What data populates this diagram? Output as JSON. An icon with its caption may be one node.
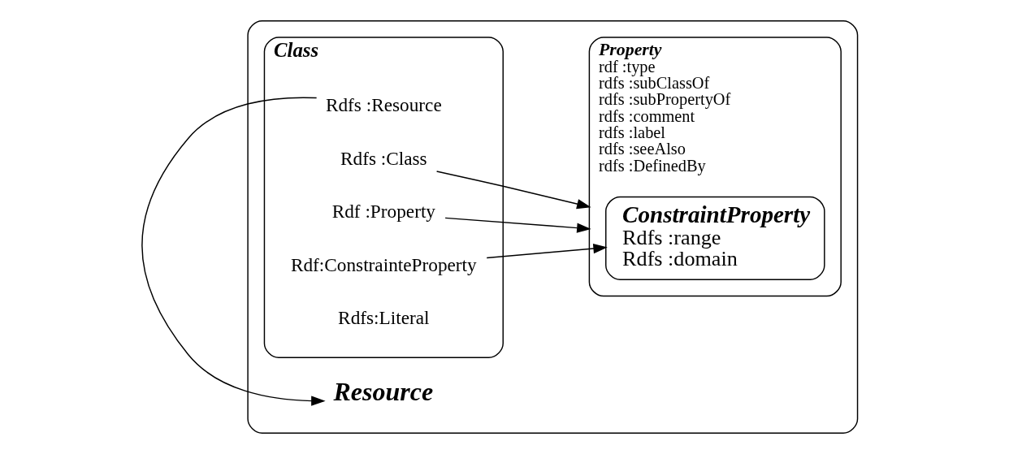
{
  "diagram": {
    "nodes": [
      {
        "text": [
          "Resource"
        ]
      },
      {
        "text": [
          "Class"
        ],
        "in": 0
      },
      {
        "text": [
          "Rdfs :Resource"
        ],
        "in": 1
      },
      {
        "text": [
          "Rdfs :Class"
        ],
        "in": 1
      },
      {
        "text": [
          "Rdf :Property"
        ],
        "in": 1
      },
      {
        "text": [
          "Rdf:ConstrainteProperty"
        ],
        "in": 1
      },
      {
        "text": [
          "Rdfs:Literal"
        ],
        "in": 1
      },
      {
        "text": [
          "Property",
          "rdf :type",
          "rdfs :subClassOf",
          "rdfs :subPropertyOf",
          "rdfs :comment",
          "rdfs :label",
          "rdfs :seeAlso",
          "rdfs :DefinedBy"
        ],
        "in": 0
      },
      {
        "text": [
          "ConstraintProperty",
          "Rdfs :range",
          "Rdfs :domain"
        ],
        "in": 7
      }
    ],
    "edges": [
      {
        "from": 2,
        "to": 0,
        "arrow": "to"
      },
      {
        "from": 3,
        "to": 7,
        "arrow": "to"
      },
      {
        "from": 4,
        "to": 7,
        "arrow": "to"
      },
      {
        "from": 5,
        "to": 8,
        "arrow": "to"
      }
    ]
  }
}
